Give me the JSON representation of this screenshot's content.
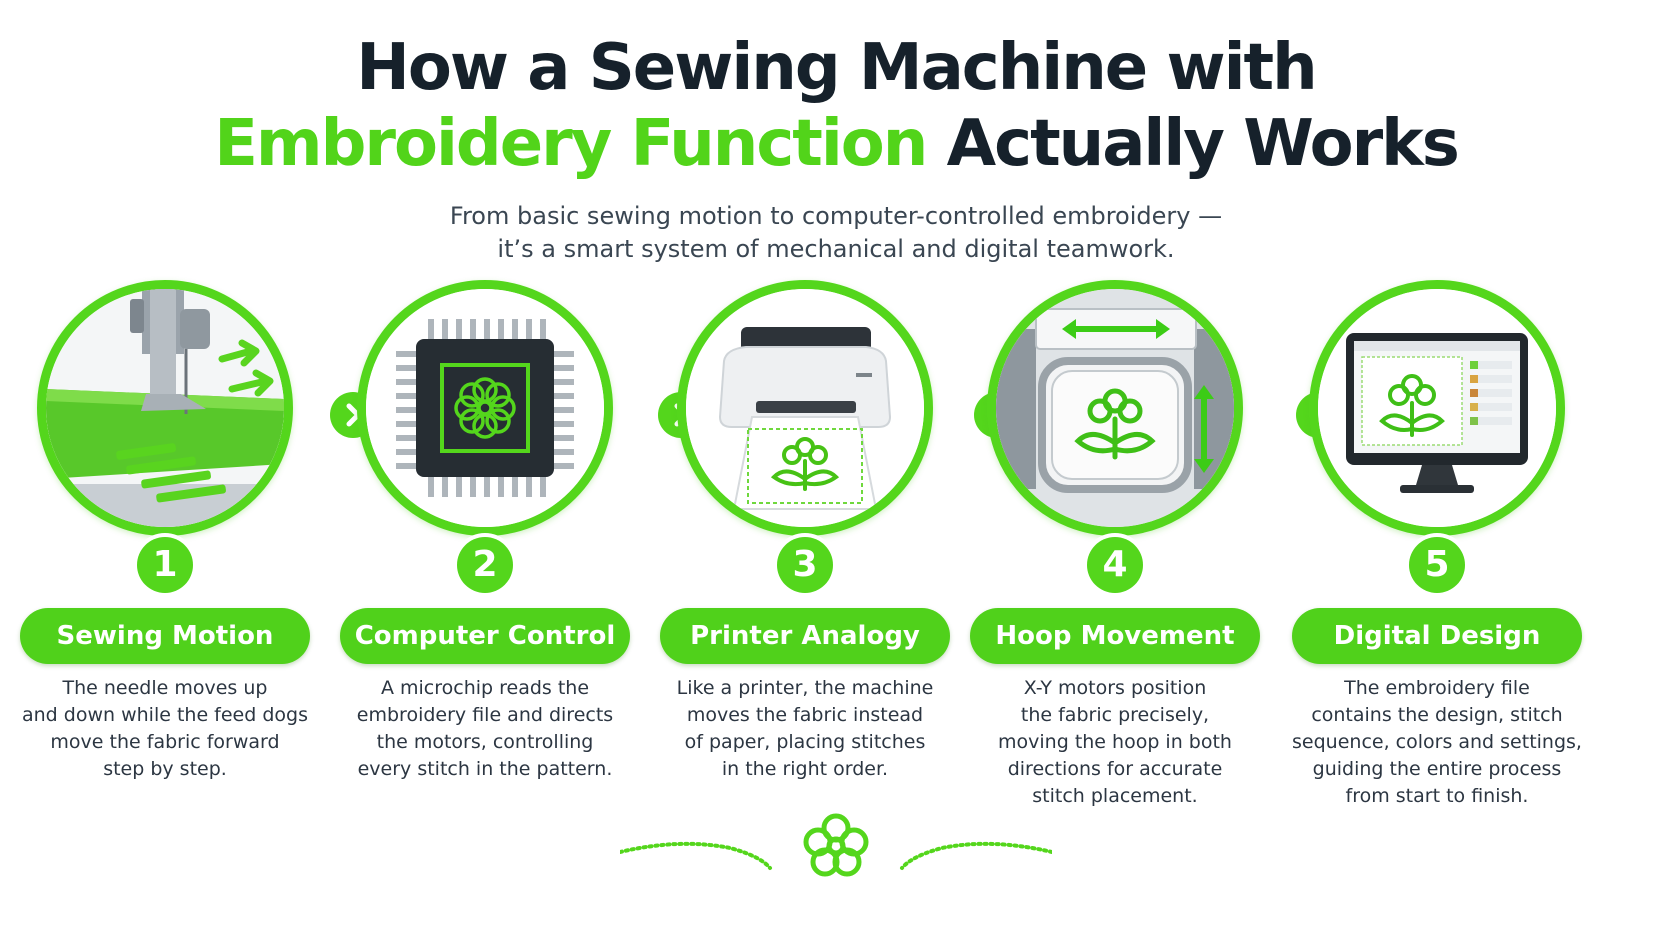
{
  "title": {
    "line1": "How a Sewing Machine with",
    "line2_green": "Embroidery Function",
    "line2_dark": " Actually Works"
  },
  "subtitle": {
    "line1": "From basic sewing motion to computer-controlled embroidery —",
    "line2": "it’s a smart system of mechanical and digital teamwork."
  },
  "steps": [
    {
      "number": "1",
      "label": "Sewing Motion",
      "lines": [
        "The needle moves up",
        "and down while the feed dogs",
        "move the fabric forward",
        "step by step."
      ]
    },
    {
      "number": "2",
      "label": "Computer Control",
      "lines": [
        "A microchip reads the",
        "embroidery file and directs",
        "the motors, controlling",
        "every stitch in the pattern."
      ]
    },
    {
      "number": "3",
      "label": "Printer Analogy",
      "lines": [
        "Like a printer, the machine",
        "moves the fabric instead",
        "of paper, placing stitches",
        "in the right order."
      ]
    },
    {
      "number": "4",
      "label": "Hoop Movement",
      "lines": [
        "X-Y motors position",
        "the fabric precisely,",
        "moving the hoop in both",
        "directions for accurate",
        "stitch placement."
      ]
    },
    {
      "number": "5",
      "label": "Digital Design",
      "lines": [
        "The embroidery file",
        "contains the design, stitch",
        "sequence, colors and settings,",
        "guiding the entire process",
        "from start to finish."
      ]
    }
  ],
  "icons": [
    "sewing-needle-icon",
    "microchip-flower-icon",
    "printer-icon",
    "embroidery-hoop-icon",
    "monitor-design-icon",
    "chevron-right-icon",
    "flower-icon"
  ],
  "colors": {
    "accent": "#54d61c",
    "dark": "#16212b",
    "text": "#2c3642"
  }
}
